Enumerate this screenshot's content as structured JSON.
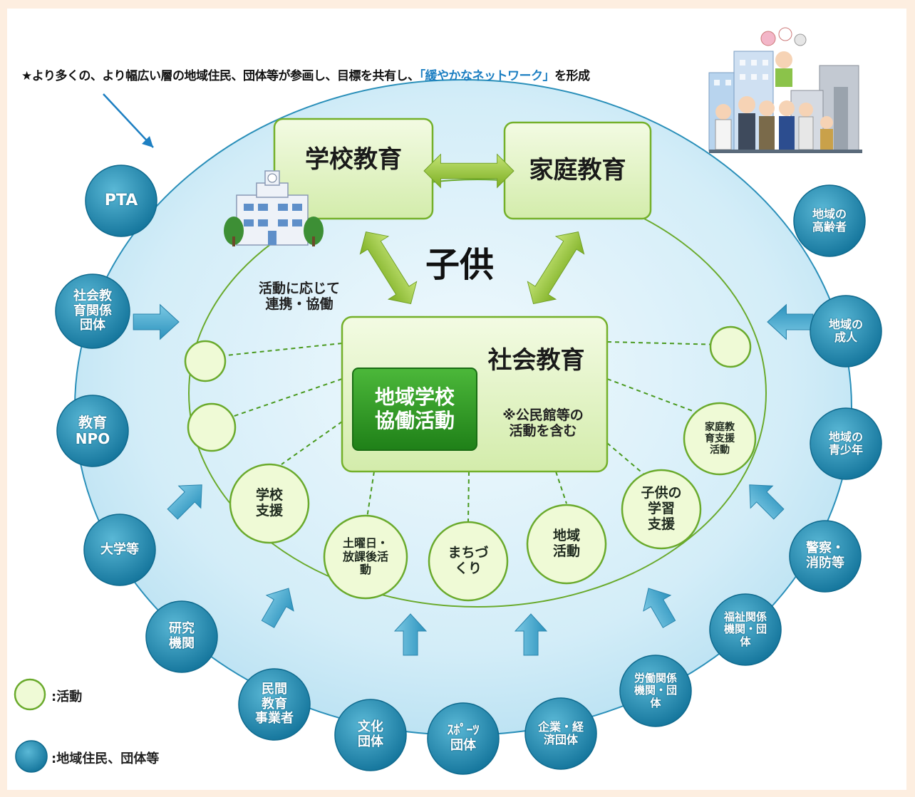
{
  "header": {
    "prefix": "★より多くの、より幅広い層の地域住民、団体等が参画し、目標を共有し、",
    "emphasis": "「緩やかなネットワーク」",
    "suffix": "を形成"
  },
  "center": {
    "child": "子供",
    "school_education": "学校教育",
    "home_education": "家庭教育",
    "social_education": "社会教育",
    "community_activity": "地域学校\n協働活動",
    "note": "※公民館等の\n活動を含む",
    "collaboration": "活動に応じて\n連携・協働"
  },
  "activities": [
    "学校\n支援",
    "土曜日・\n放課後活\n動",
    "まちづ\nくり",
    "地域\n活動",
    "子供の\n学習\n支援",
    "家庭教\n育支援\n活動",
    "",
    ""
  ],
  "organizations": [
    "PTA",
    "社会教\n育関係\n団体",
    "教育\nNPO",
    "大学等",
    "研究\n機関",
    "民間\n教育\n事業者",
    "文化\n団体",
    "ｽﾎﾟｰﾂ\n団体",
    "企業・経\n済団体",
    "労働関係\n機関・団\n体",
    "福祉関係\n機関・団\n体",
    "警察・\n消防等",
    "地域の\n青少年",
    "地域の\n成人",
    "地域の\n高齢者"
  ],
  "legend": {
    "activity": ":活動",
    "residents": ":地域住民、団体等"
  },
  "colors": {
    "org_circle": "#1e86a8",
    "activity_circle": "#effad6",
    "box_fill": "#e3f3c4",
    "box_border": "#74b02a",
    "dark_green": "#2f9a22",
    "sky": "#c9e8f5",
    "arrow_blue": "#43a8cf",
    "arrow_green": "#9ccc3c"
  },
  "icons": [
    "school-building-icon",
    "community-people-icon"
  ]
}
